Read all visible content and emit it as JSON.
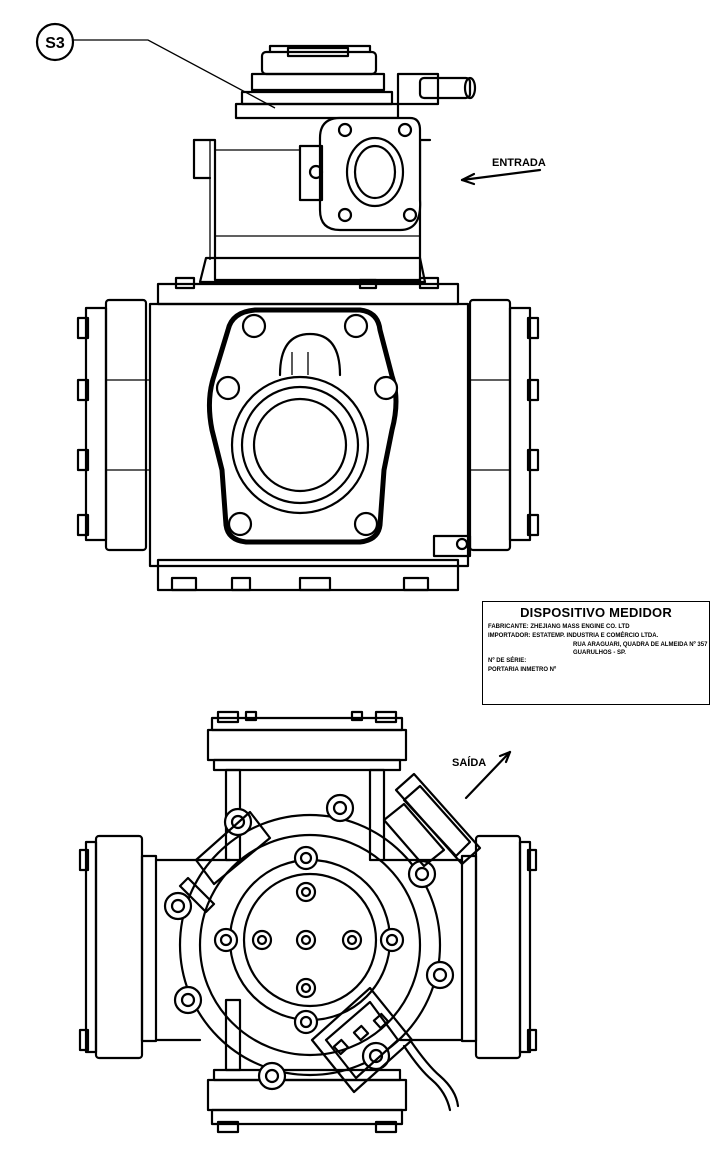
{
  "callout": {
    "id": "S3"
  },
  "labels": {
    "inlet": "ENTRADA",
    "outlet": "SAÍDA"
  },
  "nameplate": {
    "title": "DISPOSITIVO MEDIDOR",
    "manufacturer_line": "FABRICANTE: ZHEJIANG MASS ENGINE CO. LTD",
    "importer_line": "IMPORTADOR: ESTATEMP. INDUSTRIA E COMÉRCIO LTDA.",
    "address_line_1": "RUA ARAGUARI, QUADRA DE ALMEIDA Nº 357",
    "address_line_2": "GUARULHOS - SP.",
    "serial_line": "Nº DE SÉRIE:",
    "portaria_line": "PORTARIA INMETRO Nº"
  }
}
